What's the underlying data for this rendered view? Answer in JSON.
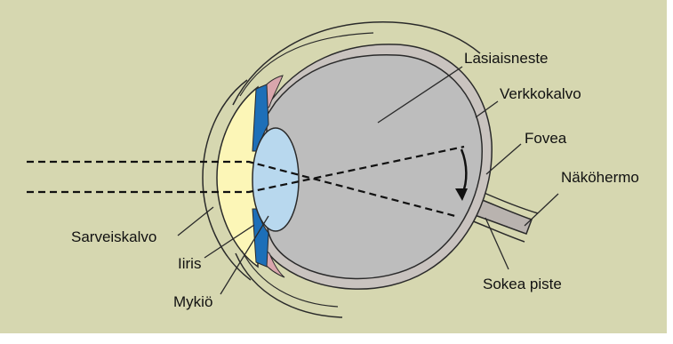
{
  "colors": {
    "background": "#d6d7b0",
    "frame": "#ffffff",
    "sclera": "#c9c3bf",
    "vitreous": "#bdbdbd",
    "cornea": "#fcf6b7",
    "lens": "#b8d8ee",
    "iris": "#1d6fb8",
    "ciliary": "#d9a6ac",
    "outline": "#2a2a2a"
  },
  "labels": {
    "lasiaisneste": "Lasiaisneste",
    "verkkokalvo": "Verkkokalvo",
    "fovea": "Fovea",
    "nakohermo": "Näköhermo",
    "sarveiskalvo": "Sarveiskalvo",
    "iiris": "Iiris",
    "mykio": "Mykiö",
    "sokea_piste": "Sokea piste"
  },
  "icons": {
    "image_arrow": "curved-arrow-icon"
  }
}
